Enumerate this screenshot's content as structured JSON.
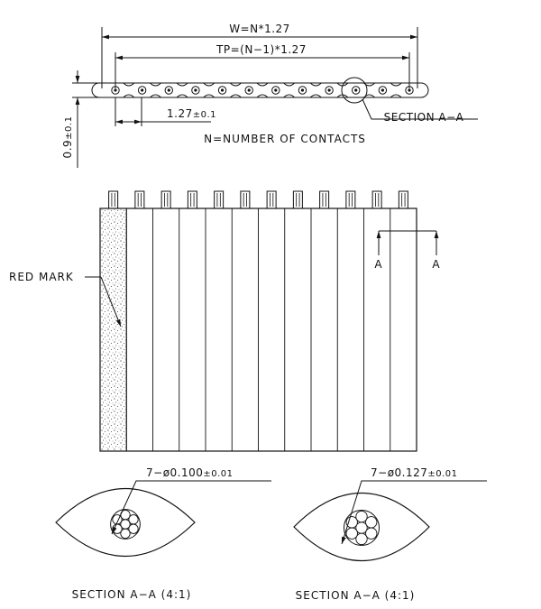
{
  "top_view": {
    "width_formula": "W=N*1.27",
    "pitch_formula": "TP=(N−1)*1.27",
    "pitch_value": "1.27",
    "pitch_tolerance": "±0.1",
    "thickness_value": "0.9",
    "thickness_tolerance": "±0.1",
    "section_callout": "SECTION A−A",
    "note": "N=NUMBER OF CONTACTS",
    "contacts_shown": 12
  },
  "plan_view": {
    "red_mark_label": "RED MARK",
    "cut_label_left": "A",
    "cut_label_right": "A",
    "conductors_shown": 12
  },
  "sections": [
    {
      "spec_prefix": "7−ø0.100",
      "spec_tolerance": "±0.01",
      "caption": "SECTION A−A (4:1)"
    },
    {
      "spec_prefix": "7−ø0.127",
      "spec_tolerance": "±0.01",
      "caption": "SECTION A−A (4:1)"
    }
  ],
  "colors": {
    "line": "#111111",
    "background": "#ffffff"
  }
}
